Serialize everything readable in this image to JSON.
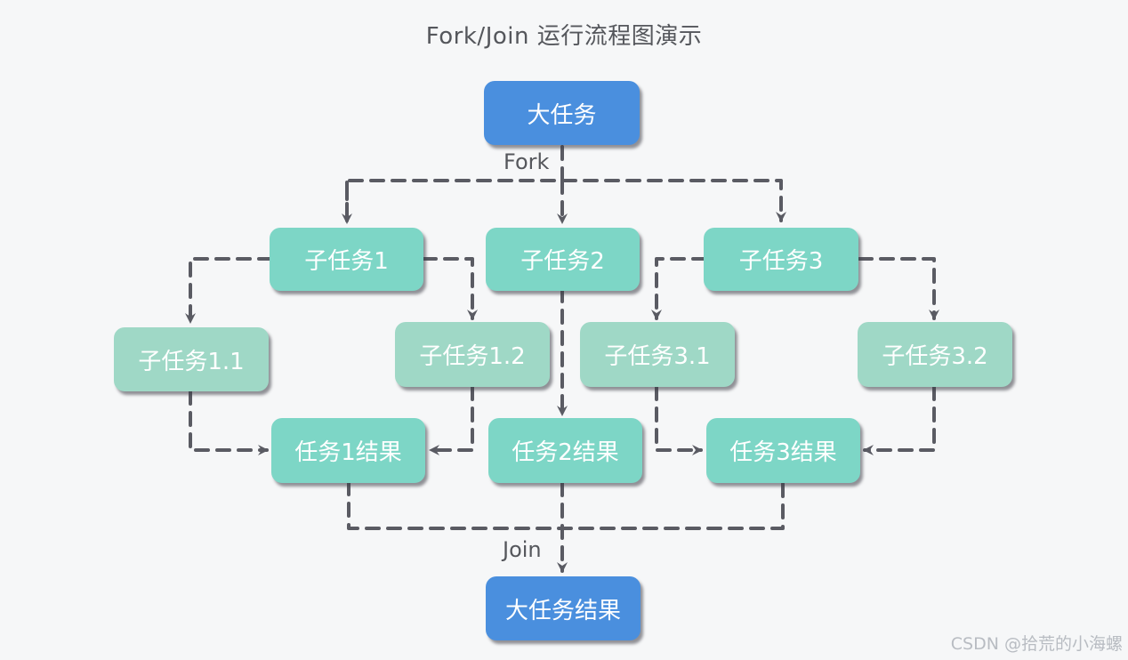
{
  "title": "Fork/Join 运行流程图演示",
  "labels": {
    "fork": "Fork",
    "join": "Join"
  },
  "nodes": {
    "big_task": "大任务",
    "sub1": "子任务1",
    "sub2": "子任务2",
    "sub3": "子任务3",
    "sub1_1": "子任务1.1",
    "sub1_2": "子任务1.2",
    "sub3_1": "子任务3.1",
    "sub3_2": "子任务3.2",
    "res1": "任务1结果",
    "res2": "任务2结果",
    "res3": "任务3结果",
    "big_result": "大任务结果"
  },
  "colors": {
    "main_node": "#4a8fde",
    "subtask_node": "#7dd6c6",
    "leaf_node": "#9fd8c6",
    "connector": "#5a5b63"
  },
  "watermark": "CSDN @拾荒的小海螺"
}
